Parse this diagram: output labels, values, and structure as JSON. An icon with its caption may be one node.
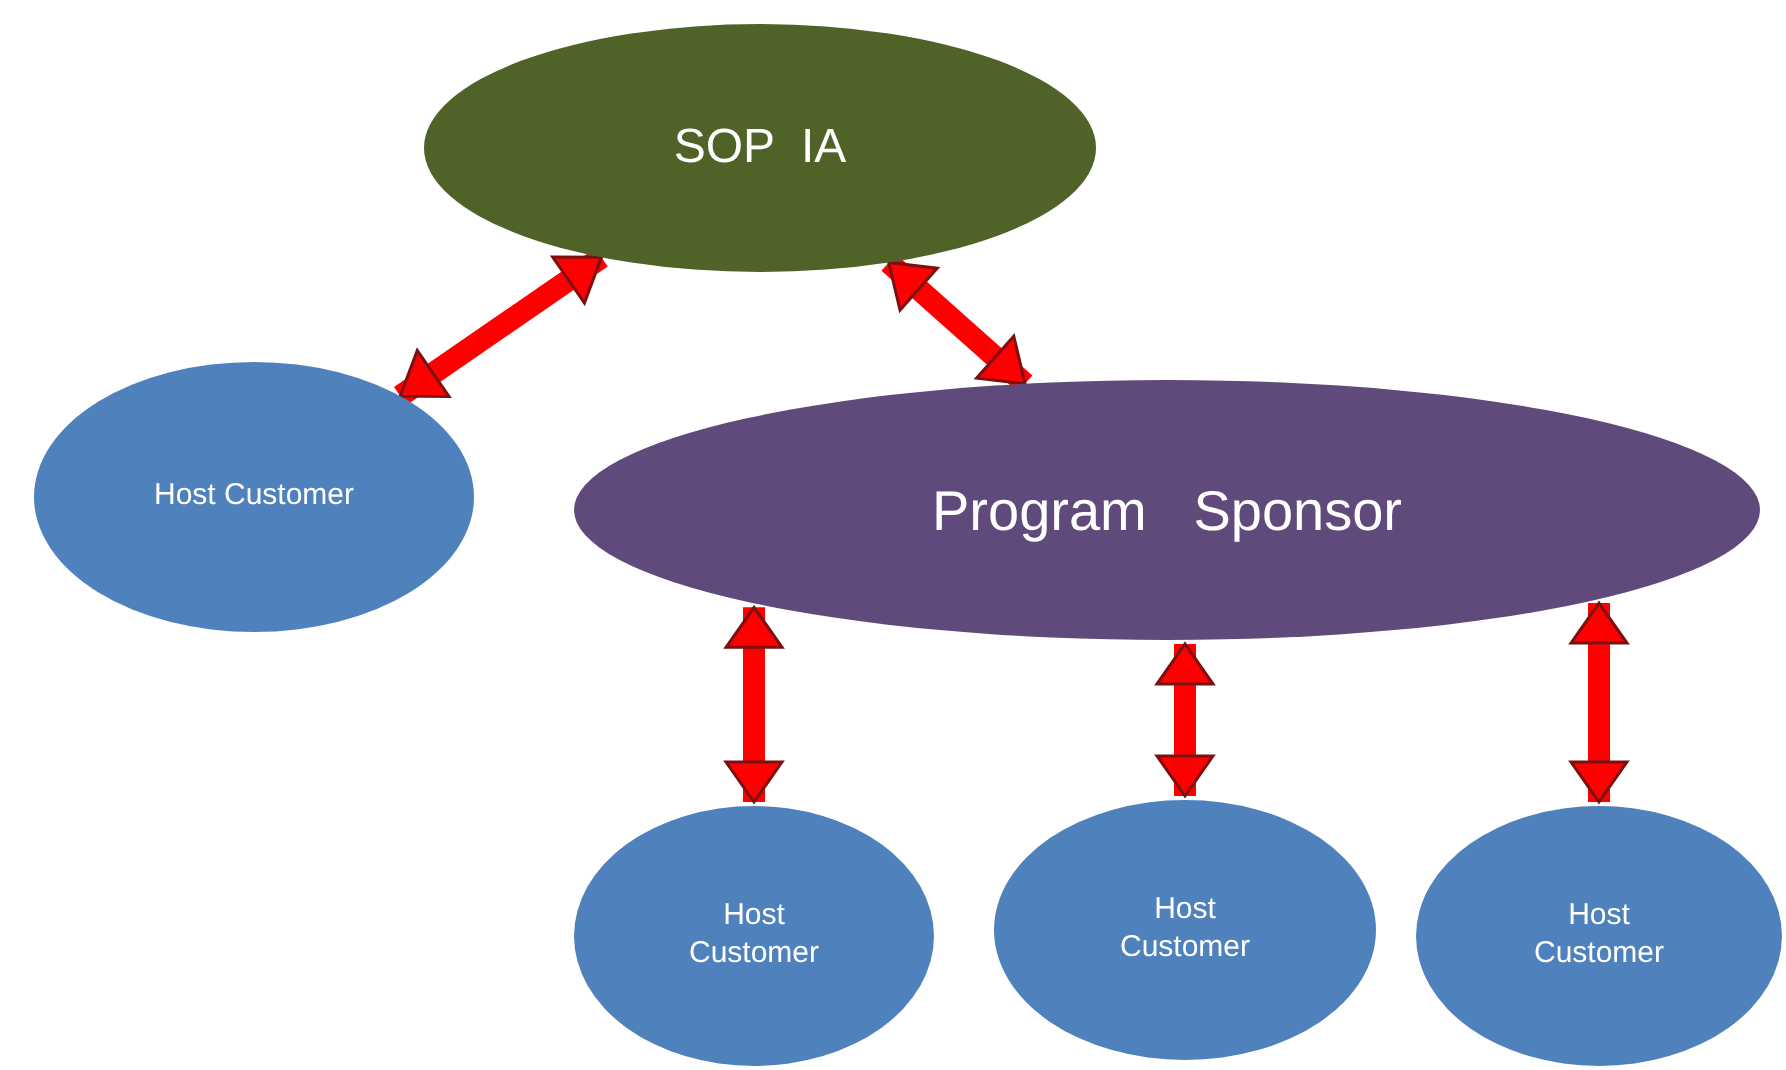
{
  "diagram": {
    "nodes": [
      {
        "text": [
          "SOP  IA"
        ]
      },
      {
        "text": [
          "Host Customer"
        ]
      },
      {
        "text": [
          "Program   Sponsor"
        ]
      },
      {
        "text": [
          "Host Customer"
        ]
      },
      {
        "text": [
          "Host Customer"
        ]
      },
      {
        "text": [
          "Host Customer"
        ]
      }
    ],
    "edges": [
      {
        "from": 0,
        "to": 1,
        "arrow": "both"
      },
      {
        "from": 0,
        "to": 2,
        "arrow": "both"
      },
      {
        "from": 2,
        "to": 3,
        "arrow": "both"
      },
      {
        "from": 2,
        "to": 4,
        "arrow": "both"
      },
      {
        "from": 2,
        "to": 5,
        "arrow": "both"
      }
    ]
  }
}
